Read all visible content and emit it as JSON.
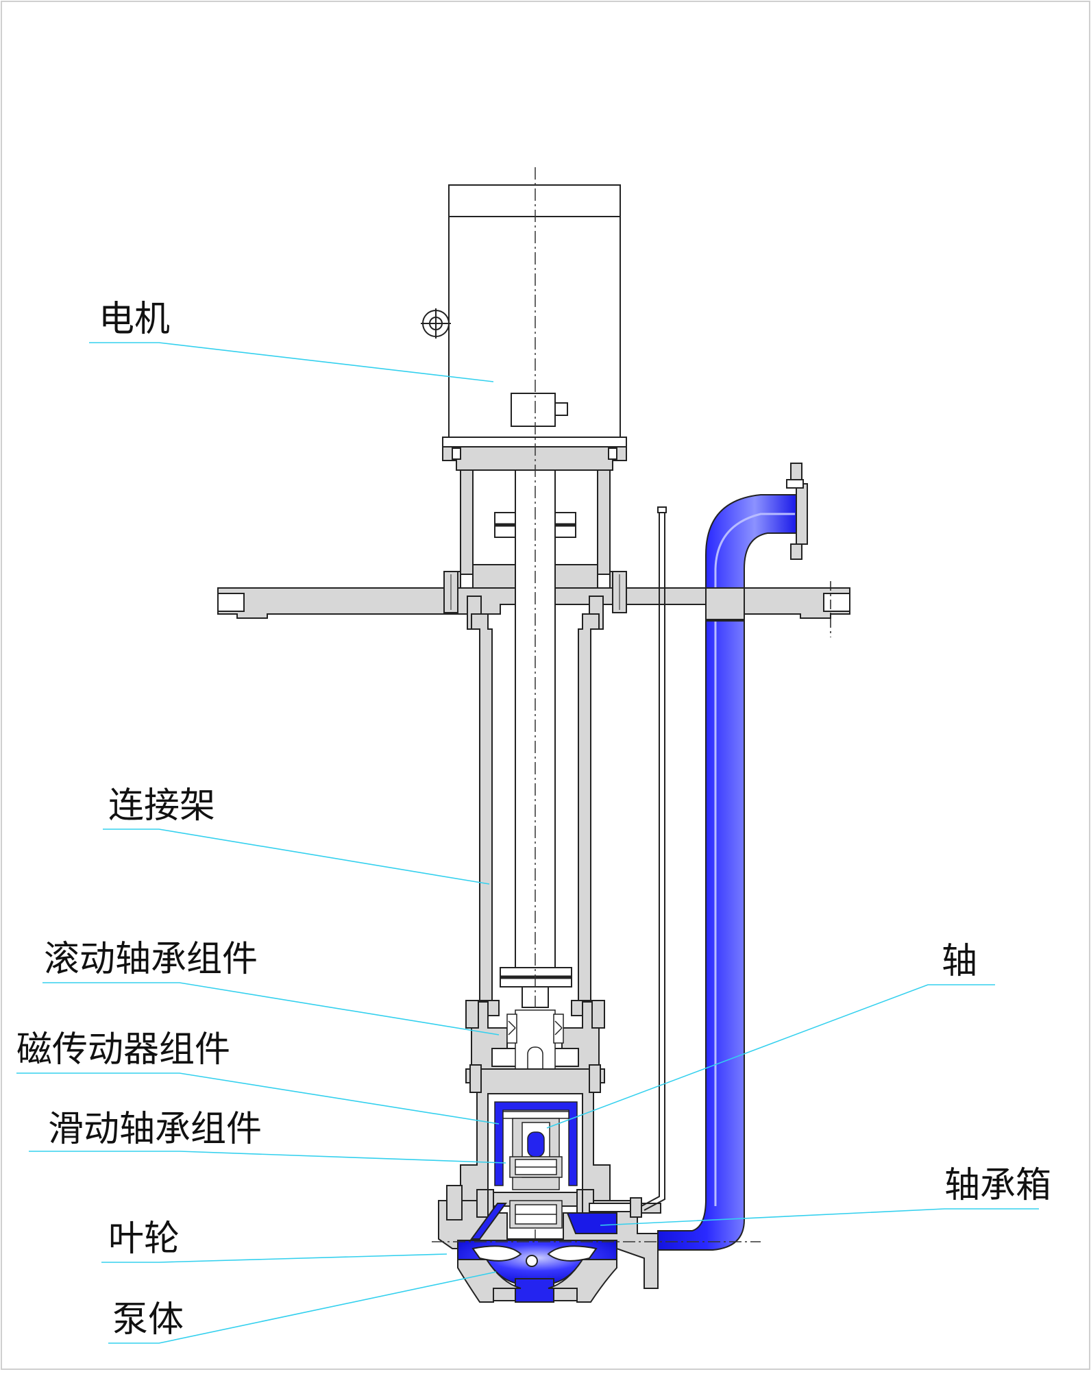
{
  "diagram": {
    "labels": {
      "motor": "电机",
      "bracket": "连接架",
      "rolling_bearing": "滚动轴承组件",
      "magnetic_drive": "磁传动器组件",
      "sliding_bearing": "滑动轴承组件",
      "impeller": "叶轮",
      "pump_body": "泵体",
      "shaft": "轴",
      "bearing_box": "轴承箱"
    },
    "colors": {
      "leader": "#33d0ee",
      "fluid": "#1818ee",
      "fluid_highlight": "#9aa0ff",
      "metal": "#d7d7d7",
      "outline": "#222222",
      "frame": "#cfcfcf"
    }
  }
}
